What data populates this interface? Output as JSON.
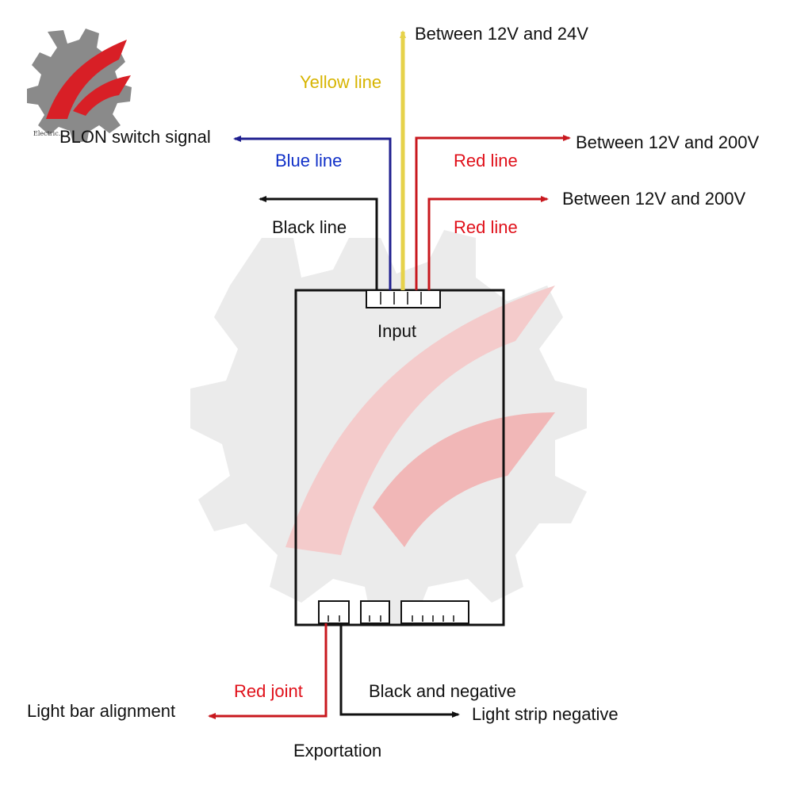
{
  "logo": {
    "caption": "Electric..."
  },
  "wires_top": {
    "yellow": {
      "label": "Yellow line",
      "target": "Between 12V and 24V"
    },
    "blue": {
      "label": "Blue line",
      "target": "BLON switch signal"
    },
    "red_1": {
      "label": "Red line",
      "target": "Between 12V and 200V"
    },
    "black": {
      "label": "Black line"
    },
    "red_2": {
      "label": "Red line",
      "target": "Between 12V and 200V"
    }
  },
  "module": {
    "input_label": "Input"
  },
  "wires_bottom": {
    "red_joint": {
      "label": "Red joint",
      "target": "Light bar alignment"
    },
    "black_neg": {
      "label": "Black and negative",
      "target": "Light strip negative"
    },
    "output_label": "Exportation"
  },
  "colors": {
    "yellow": "#e6d24a",
    "yellow_text": "#d7b400",
    "blue": "#1f1f8f",
    "blue_text": "#1030c8",
    "red": "#c8181e",
    "red_text": "#e0101a",
    "black": "#111111",
    "watermark_red": "#f2b8b8",
    "watermark_gray": "#dedede"
  }
}
